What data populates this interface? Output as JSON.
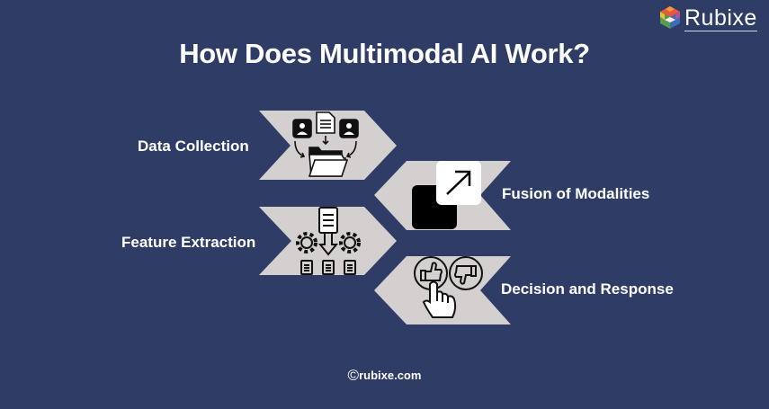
{
  "header": {
    "title": "How Does Multimodal AI Work?",
    "logo_text": "Rubixe"
  },
  "steps": [
    {
      "label": "Data Collection",
      "icon": "data-collection-icon",
      "direction": "right"
    },
    {
      "label": "Fusion of Modalities",
      "icon": "fusion-squares-arrow-icon",
      "direction": "left"
    },
    {
      "label": "Feature Extraction",
      "icon": "feature-extraction-gears-icon",
      "direction": "right"
    },
    {
      "label": "Decision and Response",
      "icon": "thumbs-up-down-hand-icon",
      "direction": "left"
    }
  ],
  "footer": {
    "copyright_symbol": "©",
    "site": "rubixe.com"
  },
  "colors": {
    "background": "#2f3d66",
    "chevron": "#d3d0cf",
    "text": "#ffffff",
    "icon": "#111111"
  }
}
